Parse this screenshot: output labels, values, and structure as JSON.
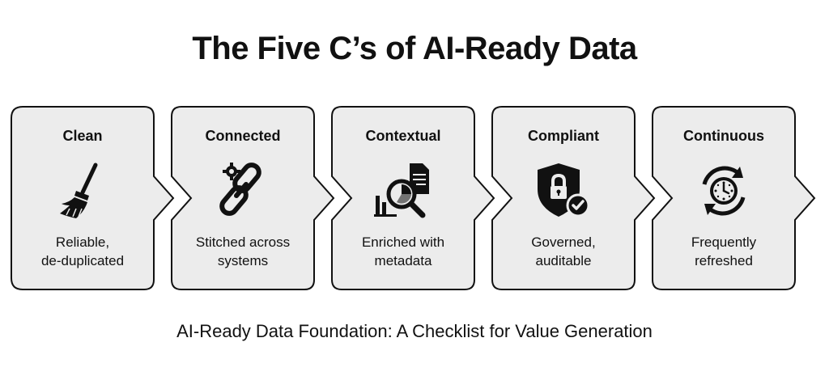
{
  "title": "The Five C’s of AI-Ready Data",
  "subtitle": "AI-Ready Data Foundation: A Checklist for Value Generation",
  "colors": {
    "card_fill": "#ececec",
    "stroke": "#111111",
    "text": "#111111"
  },
  "steps": [
    {
      "title": "Clean",
      "icon": "broom-icon",
      "desc_line1": "Reliable,",
      "desc_line2": "de-duplicated"
    },
    {
      "title": "Connected",
      "icon": "chain-link-gear-icon",
      "desc_line1": "Stitched across",
      "desc_line2": "systems"
    },
    {
      "title": "Contextual",
      "icon": "magnifier-document-chart-icon",
      "desc_line1": "Enriched with",
      "desc_line2": "metadata"
    },
    {
      "title": "Compliant",
      "icon": "shield-lock-check-icon",
      "desc_line1": "Governed,",
      "desc_line2": "auditable"
    },
    {
      "title": "Continuous",
      "icon": "clock-refresh-icon",
      "desc_line1": "Frequently",
      "desc_line2": "refreshed"
    }
  ]
}
